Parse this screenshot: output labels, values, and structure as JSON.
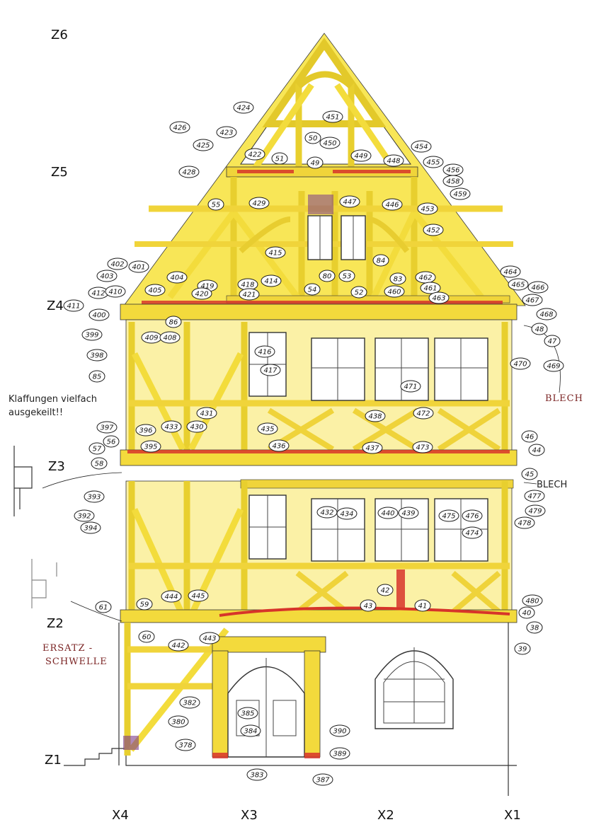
{
  "zones": [
    "Z6",
    "Z5",
    "Z4",
    "Z3",
    "Z2",
    "Z1"
  ],
  "axes": [
    "X4",
    "X3",
    "X2",
    "X1"
  ],
  "notes": {
    "klaffungen_line1": "Klaffungen vielfach",
    "klaffungen_line2": "ausgekeilt!!",
    "blech_upper": "BLECH",
    "blech_lower": "BLECH",
    "ersatz_line1": "ERSATZ -",
    "ersatz_line2": "SCHWELLE"
  },
  "markers": [
    "424",
    "426",
    "423",
    "425",
    "422",
    "51",
    "50",
    "49",
    "451",
    "450",
    "449",
    "448",
    "454",
    "455",
    "456",
    "458",
    "459",
    "428",
    "55",
    "429",
    "447",
    "446",
    "453",
    "452",
    "415",
    "80",
    "53",
    "84",
    "402",
    "401",
    "403",
    "404",
    "405",
    "419",
    "420",
    "418",
    "421",
    "414",
    "54",
    "52",
    "83",
    "460",
    "462",
    "461",
    "463",
    "464",
    "465",
    "466",
    "467",
    "468",
    "412",
    "410",
    "411",
    "400",
    "399",
    "398",
    "409",
    "408",
    "86",
    "85",
    "416",
    "417",
    "48",
    "47",
    "470",
    "469",
    "471",
    "438",
    "472",
    "397",
    "56",
    "57",
    "58",
    "396",
    "395",
    "433",
    "431",
    "430",
    "436",
    "435",
    "437",
    "473",
    "46",
    "44",
    "45",
    "393",
    "392",
    "394",
    "432",
    "434",
    "440",
    "439",
    "475",
    "476",
    "474",
    "477",
    "479",
    "478",
    "61",
    "59",
    "444",
    "445",
    "60",
    "442",
    "443",
    "43",
    "42",
    "41",
    "480",
    "40",
    "38",
    "39",
    "382",
    "380",
    "378",
    "385",
    "384",
    "383",
    "390",
    "389",
    "387"
  ]
}
